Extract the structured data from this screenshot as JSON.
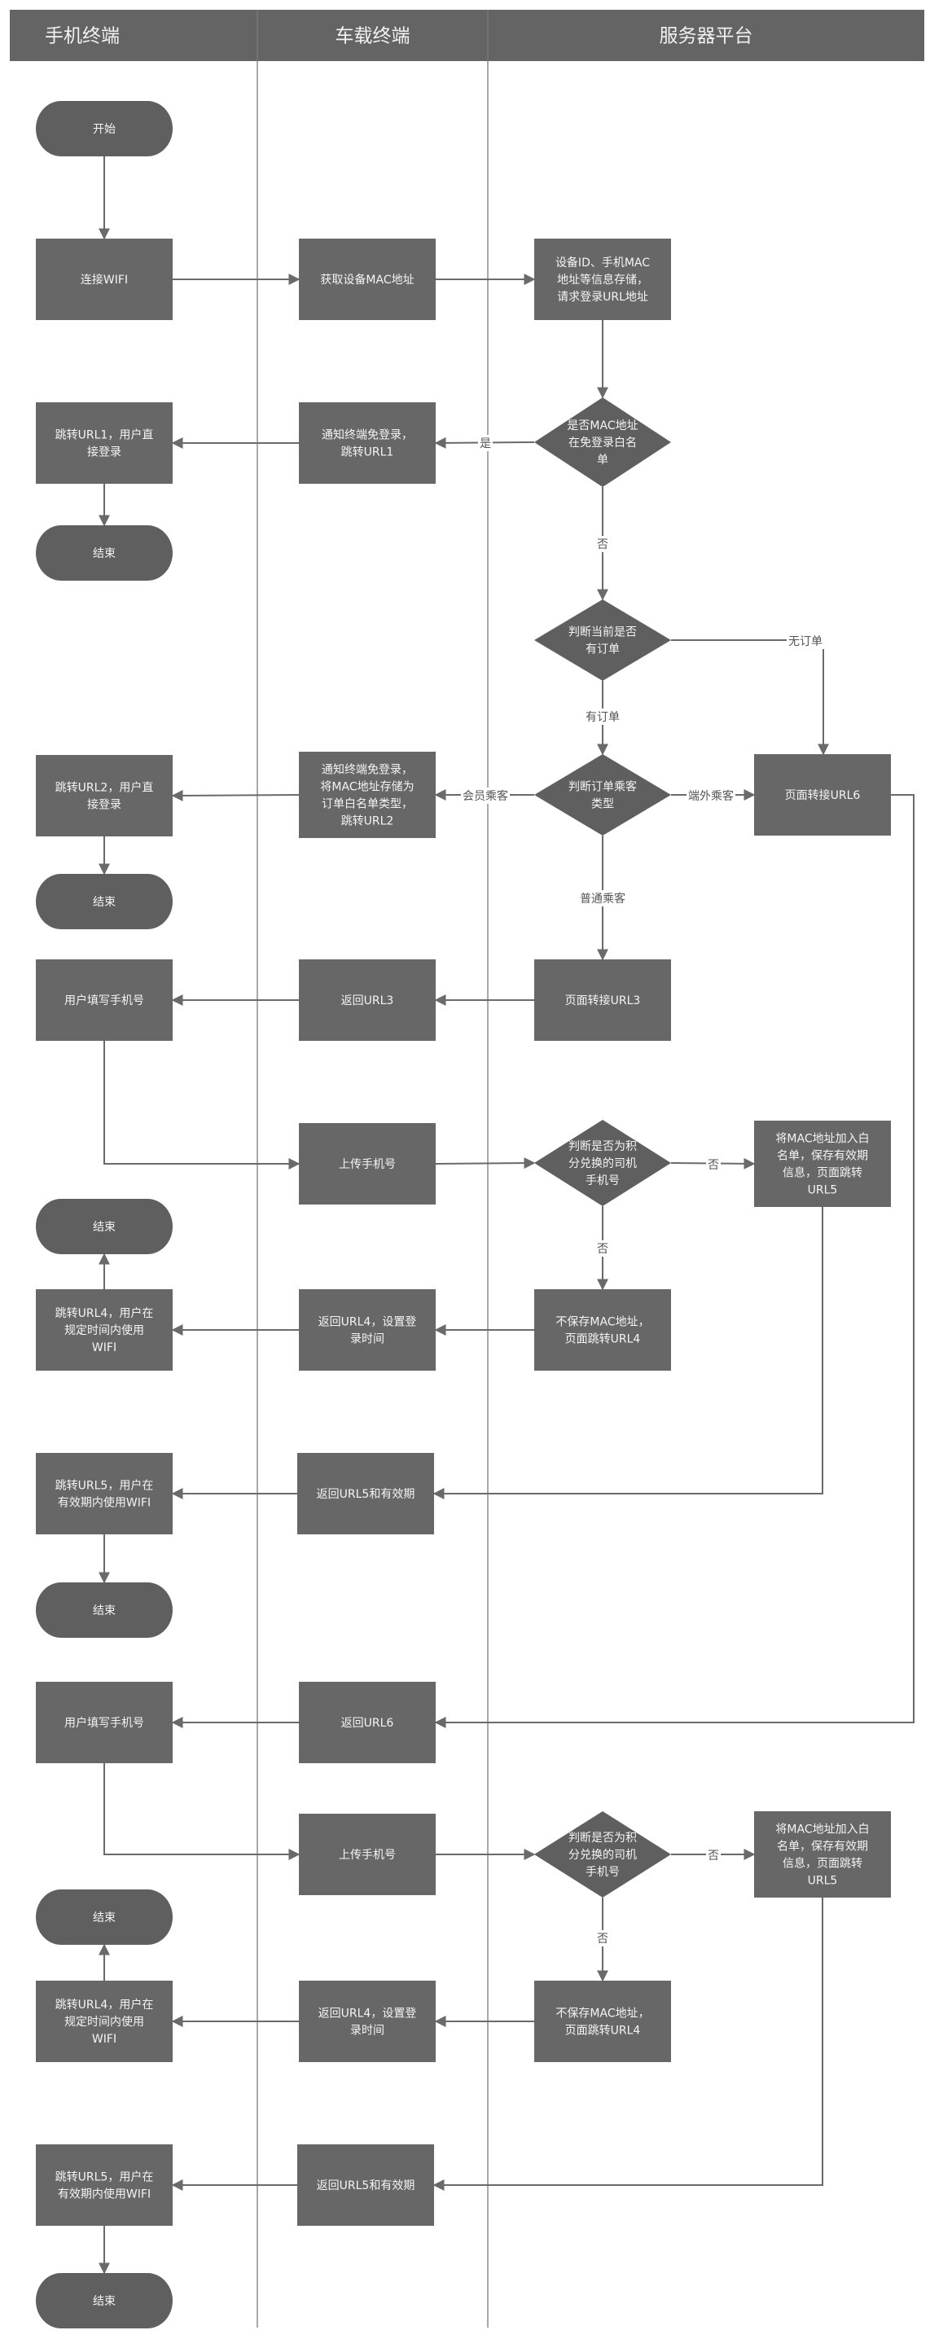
{
  "lanes": [
    {
      "id": "phone",
      "title": "手机终端"
    },
    {
      "id": "vehicle",
      "title": "车载终端"
    },
    {
      "id": "server",
      "title": "服务器平台"
    }
  ],
  "colors": {
    "header": "#646464",
    "node": "#676767",
    "terminal": "#5f5f5f",
    "line": "#6a6a6a",
    "lane_divider": "#7a7a7a"
  },
  "nodes": [
    {
      "id": "start",
      "type": "terminal",
      "text": [
        "开始"
      ]
    },
    {
      "id": "connect_wifi",
      "type": "process",
      "text": [
        "连接WIFI"
      ]
    },
    {
      "id": "get_mac",
      "type": "process",
      "text": [
        "获取设备MAC地址"
      ]
    },
    {
      "id": "store_info",
      "type": "process",
      "text": [
        "设备ID、手机MAC",
        "地址等信息存储，",
        "请求登录URL地址"
      ]
    },
    {
      "id": "check_whitelist",
      "type": "decision",
      "text": [
        "是否MAC地址",
        "在免登录白名",
        "单"
      ]
    },
    {
      "id": "notify_url1",
      "type": "process",
      "text": [
        "通知终端免登录，",
        "跳转URL1"
      ]
    },
    {
      "id": "jump_url1",
      "type": "process",
      "text": [
        "跳转URL1，用户直",
        "接登录"
      ]
    },
    {
      "id": "end1",
      "type": "terminal",
      "text": [
        "结束"
      ]
    },
    {
      "id": "check_order",
      "type": "decision",
      "text": [
        "判断当前是否",
        "有订单"
      ]
    },
    {
      "id": "check_passenger",
      "type": "decision",
      "text": [
        "判断订单乘客",
        "类型"
      ]
    },
    {
      "id": "page_url6",
      "type": "process",
      "text": [
        "页面转接URL6"
      ]
    },
    {
      "id": "notify_url2",
      "type": "process",
      "text": [
        "通知终端免登录，",
        "将MAC地址存储为",
        "订单白名单类型，",
        "跳转URL2"
      ]
    },
    {
      "id": "jump_url2",
      "type": "process",
      "text": [
        "跳转URL2，用户直",
        "接登录"
      ]
    },
    {
      "id": "end2",
      "type": "terminal",
      "text": [
        "结束"
      ]
    },
    {
      "id": "page_url3",
      "type": "process",
      "text": [
        "页面转接URL3"
      ]
    },
    {
      "id": "return_url3",
      "type": "process",
      "text": [
        "返回URL3"
      ]
    },
    {
      "id": "fill_phone_a",
      "type": "process",
      "text": [
        "用户填写手机号"
      ]
    },
    {
      "id": "upload_phone_a",
      "type": "process",
      "text": [
        "上传手机号"
      ]
    },
    {
      "id": "check_driver_a",
      "type": "decision",
      "text": [
        "判断是否为积",
        "分兑换的司机",
        "手机号"
      ]
    },
    {
      "id": "add_whitelist_a",
      "type": "process",
      "text": [
        "将MAC地址加入白",
        "名单，保存有效期",
        "信息，页面跳转",
        "URL5"
      ]
    },
    {
      "id": "end3",
      "type": "terminal",
      "text": [
        "结束"
      ]
    },
    {
      "id": "nosave_a",
      "type": "process",
      "text": [
        "不保存MAC地址，",
        "页面跳转URL4"
      ]
    },
    {
      "id": "return_url4_a",
      "type": "process",
      "text": [
        "返回URL4，设置登",
        "录时间"
      ]
    },
    {
      "id": "jump_url4_a",
      "type": "process",
      "text": [
        "跳转URL4，用户在",
        "规定时间内使用",
        "WIFI"
      ]
    },
    {
      "id": "return_url5_a",
      "type": "process",
      "text": [
        "返回URL5和有效期"
      ]
    },
    {
      "id": "jump_url5_a",
      "type": "process",
      "text": [
        "跳转URL5，用户在",
        "有效期内使用WIFI"
      ]
    },
    {
      "id": "end4",
      "type": "terminal",
      "text": [
        "结束"
      ]
    },
    {
      "id": "return_url6",
      "type": "process",
      "text": [
        "返回URL6"
      ]
    },
    {
      "id": "fill_phone_b",
      "type": "process",
      "text": [
        "用户填写手机号"
      ]
    },
    {
      "id": "upload_phone_b",
      "type": "process",
      "text": [
        "上传手机号"
      ]
    },
    {
      "id": "check_driver_b",
      "type": "decision",
      "text": [
        "判断是否为积",
        "分兑换的司机",
        "手机号"
      ]
    },
    {
      "id": "add_whitelist_b",
      "type": "process",
      "text": [
        "将MAC地址加入白",
        "名单，保存有效期",
        "信息，页面跳转",
        "URL5"
      ]
    },
    {
      "id": "end5",
      "type": "terminal",
      "text": [
        "结束"
      ]
    },
    {
      "id": "nosave_b",
      "type": "process",
      "text": [
        "不保存MAC地址，",
        "页面跳转URL4"
      ]
    },
    {
      "id": "return_url4_b",
      "type": "process",
      "text": [
        "返回URL4，设置登",
        "录时间"
      ]
    },
    {
      "id": "jump_url4_b",
      "type": "process",
      "text": [
        "跳转URL4，用户在",
        "规定时间内使用",
        "WIFI"
      ]
    },
    {
      "id": "return_url5_b",
      "type": "process",
      "text": [
        "返回URL5和有效期"
      ]
    },
    {
      "id": "jump_url5_b",
      "type": "process",
      "text": [
        "跳转URL5，用户在",
        "有效期内使用WIFI"
      ]
    },
    {
      "id": "end6",
      "type": "terminal",
      "text": [
        "结束"
      ]
    }
  ],
  "edges": [
    {
      "from": "start",
      "to": "connect_wifi",
      "label": ""
    },
    {
      "from": "connect_wifi",
      "to": "get_mac",
      "label": ""
    },
    {
      "from": "get_mac",
      "to": "store_info",
      "label": ""
    },
    {
      "from": "store_info",
      "to": "check_whitelist",
      "label": ""
    },
    {
      "from": "check_whitelist",
      "to": "notify_url1",
      "label": "是"
    },
    {
      "from": "notify_url1",
      "to": "jump_url1",
      "label": ""
    },
    {
      "from": "jump_url1",
      "to": "end1",
      "label": ""
    },
    {
      "from": "check_whitelist",
      "to": "check_order",
      "label": "否"
    },
    {
      "from": "check_order",
      "to": "page_url6",
      "label": "无订单"
    },
    {
      "from": "check_order",
      "to": "check_passenger",
      "label": "有订单"
    },
    {
      "from": "check_passenger",
      "to": "notify_url2",
      "label": "会员乘客"
    },
    {
      "from": "check_passenger",
      "to": "page_url6",
      "label": "端外乘客"
    },
    {
      "from": "check_passenger",
      "to": "page_url3",
      "label": "普通乘客"
    },
    {
      "from": "notify_url2",
      "to": "jump_url2",
      "label": ""
    },
    {
      "from": "jump_url2",
      "to": "end2",
      "label": ""
    },
    {
      "from": "page_url3",
      "to": "return_url3",
      "label": ""
    },
    {
      "from": "return_url3",
      "to": "fill_phone_a",
      "label": ""
    },
    {
      "from": "fill_phone_a",
      "to": "upload_phone_a",
      "label": ""
    },
    {
      "from": "upload_phone_a",
      "to": "check_driver_a",
      "label": ""
    },
    {
      "from": "check_driver_a",
      "to": "add_whitelist_a",
      "label": "否"
    },
    {
      "from": "check_driver_a",
      "to": "nosave_a",
      "label": "否"
    },
    {
      "from": "nosave_a",
      "to": "return_url4_a",
      "label": ""
    },
    {
      "from": "return_url4_a",
      "to": "jump_url4_a",
      "label": ""
    },
    {
      "from": "jump_url4_a",
      "to": "end3",
      "label": ""
    },
    {
      "from": "add_whitelist_a",
      "to": "return_url5_a",
      "label": ""
    },
    {
      "from": "return_url5_a",
      "to": "jump_url5_a",
      "label": ""
    },
    {
      "from": "jump_url5_a",
      "to": "end4",
      "label": ""
    },
    {
      "from": "page_url6",
      "to": "return_url6",
      "label": ""
    },
    {
      "from": "return_url6",
      "to": "fill_phone_b",
      "label": ""
    },
    {
      "from": "fill_phone_b",
      "to": "upload_phone_b",
      "label": ""
    },
    {
      "from": "upload_phone_b",
      "to": "check_driver_b",
      "label": ""
    },
    {
      "from": "check_driver_b",
      "to": "add_whitelist_b",
      "label": "否"
    },
    {
      "from": "check_driver_b",
      "to": "nosave_b",
      "label": "否"
    },
    {
      "from": "nosave_b",
      "to": "return_url4_b",
      "label": ""
    },
    {
      "from": "return_url4_b",
      "to": "jump_url4_b",
      "label": ""
    },
    {
      "from": "jump_url4_b",
      "to": "end5",
      "label": ""
    },
    {
      "from": "add_whitelist_b",
      "to": "return_url5_b",
      "label": ""
    },
    {
      "from": "return_url5_b",
      "to": "jump_url5_b",
      "label": ""
    },
    {
      "from": "jump_url5_b",
      "to": "end6",
      "label": ""
    }
  ]
}
